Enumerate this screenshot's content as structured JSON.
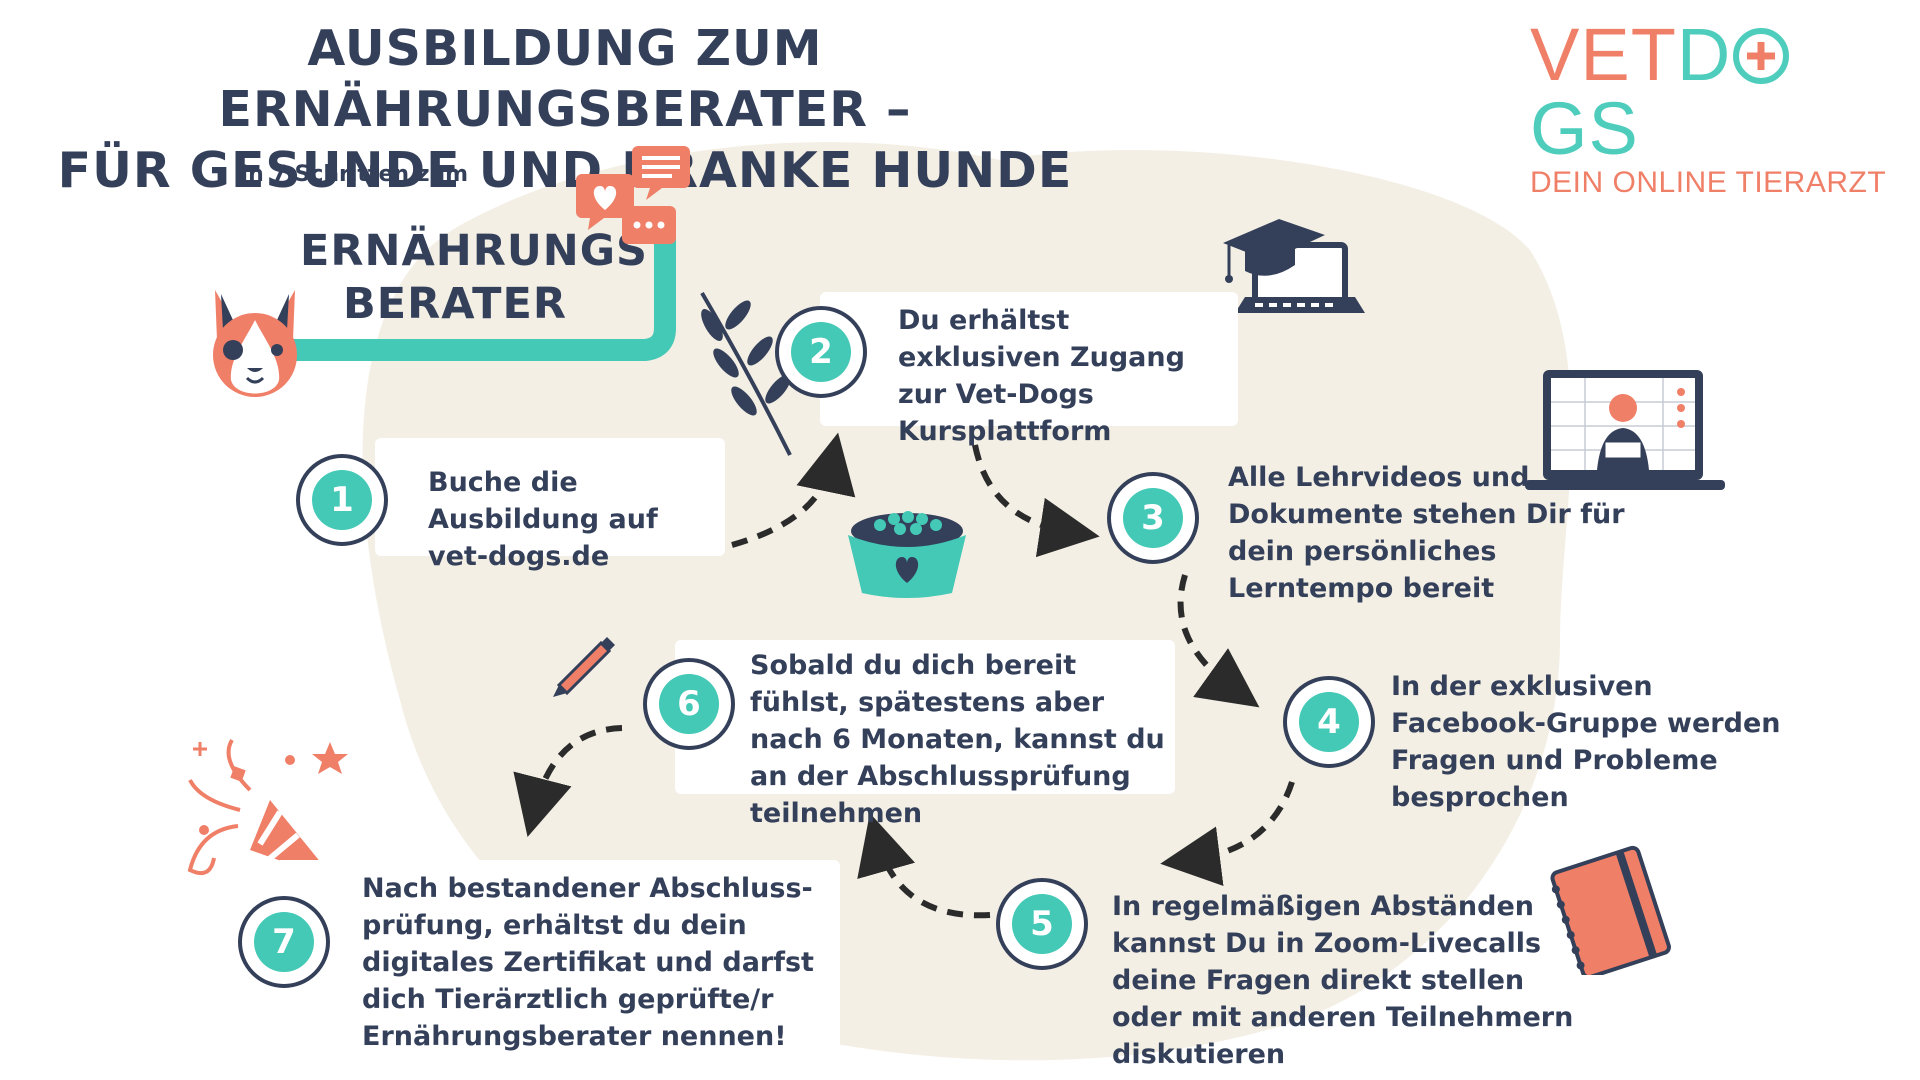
{
  "title": {
    "line1": "Ausbildung zum Ernährungsberater –",
    "line2": "für gesunde und kranke Hunde"
  },
  "logo": {
    "brand_a": "VET",
    "brand_b": "D",
    "brand_c": "GS",
    "tagline": "DEIN ONLINE TIERARZT"
  },
  "intro": {
    "subtitle": "In 7 Schritten zum",
    "badge_line1": "ERNÄHRUNGS",
    "badge_line2": "BERATER"
  },
  "steps": [
    {
      "number": "1",
      "text": "Buche die Ausbildung auf vet-dogs.de"
    },
    {
      "number": "2",
      "text": "Du erhältst exklusiven Zugang zur Vet-Dogs Kursplattform"
    },
    {
      "number": "3",
      "text": "Alle Lehrvideos und Dokumente stehen Dir für dein persönliches Lerntempo bereit"
    },
    {
      "number": "4",
      "text": "In der exklusiven Facebook-Gruppe werden Fragen und Probleme besprochen"
    },
    {
      "number": "5",
      "text": "In regelmäßigen Abständen kannst Du in Zoom-Livecalls deine Fragen direkt stellen oder mit anderen Teilnehmern diskutieren"
    },
    {
      "number": "6",
      "text": "Sobald du dich bereit fühlst, spätestens aber nach 6 Monaten, kannst du an der Abschlussprüfung teilnehmen"
    },
    {
      "number": "7",
      "text": "Nach bestandener Abschluss-prüfung, erhältst du dein digitales Zertifikat und darfst dich Tierärztlich geprüfte/r Ernährungsberater nennen!"
    }
  ],
  "colors": {
    "navy": "#34405a",
    "teal": "#43c9b6",
    "coral": "#f07f68",
    "blob": "#f3efe4"
  },
  "icons": [
    "dog-icon",
    "chat-bubbles-icon",
    "leaf-branch-icon",
    "graduation-laptop-icon",
    "video-laptop-icon",
    "food-bowl-icon",
    "pencil-icon",
    "party-popper-icon",
    "notebook-icon"
  ]
}
